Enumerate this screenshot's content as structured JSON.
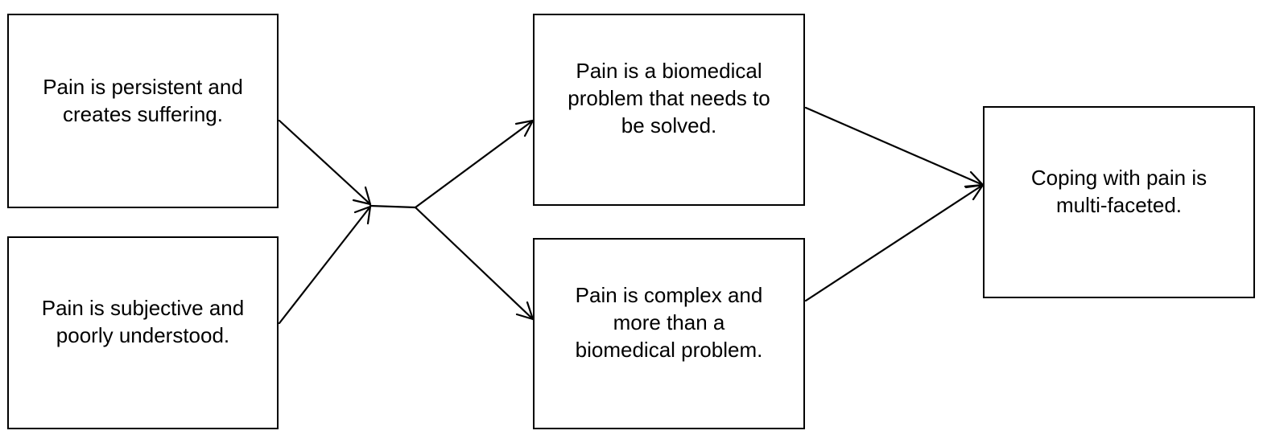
{
  "nodes": {
    "persistent": {
      "label": "Pain is persistent and\ncreates suffering."
    },
    "subjective": {
      "label": "Pain is subjective and\npoorly understood."
    },
    "biomedical": {
      "label": "Pain is a biomedical\nproblem that needs to\nbe solved."
    },
    "complex": {
      "label": "Pain is complex and\nmore than a\nbiomedical problem."
    },
    "coping": {
      "label": "Coping with pain is\nmulti-faceted."
    }
  },
  "edges": [
    {
      "from": "persistent",
      "to": "merge"
    },
    {
      "from": "subjective",
      "to": "merge"
    },
    {
      "from": "merge",
      "to": "biomedical"
    },
    {
      "from": "merge",
      "to": "complex"
    },
    {
      "from": "biomedical",
      "to": "coping"
    },
    {
      "from": "complex",
      "to": "coping"
    }
  ]
}
